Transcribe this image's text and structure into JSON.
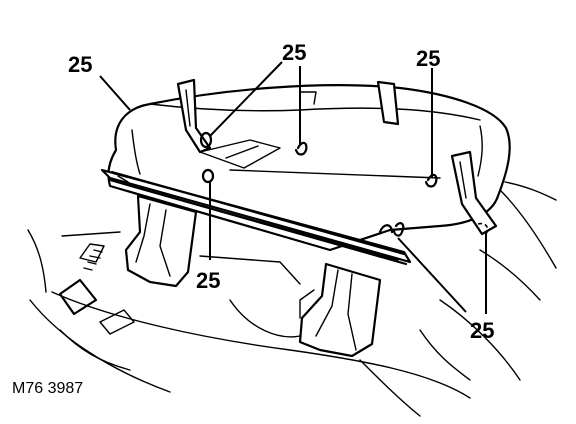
{
  "diagram": {
    "reference_code": "M76 3987",
    "callouts": [
      {
        "id": "c1",
        "label": "25"
      },
      {
        "id": "c2",
        "label": "25"
      },
      {
        "id": "c3",
        "label": "25"
      },
      {
        "id": "c4",
        "label": "25"
      },
      {
        "id": "c5",
        "label": "25"
      }
    ]
  }
}
